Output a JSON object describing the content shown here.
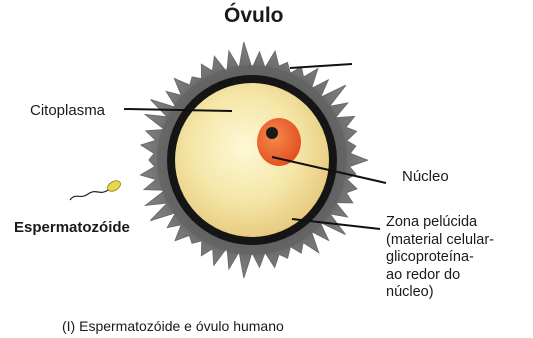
{
  "figure": {
    "title": "Óvulo",
    "caption": "(I) Espermatozóide e óvulo humano"
  },
  "labels": {
    "citoplasma": "Citoplasma",
    "nucleo": "Núcleo",
    "espermatozoide": "Espermatozóide",
    "zona_pelucida": [
      "Zona pelúcida",
      "(material celular-",
      "glicoproteína-",
      "ao redor do",
      "núcleo)"
    ]
  },
  "colors": {
    "corona": "#8c8c8c",
    "corona_dark": "#5e5e5e",
    "zona_ring": "#151515",
    "cytoplasm_center": "#fdf8d6",
    "cytoplasm_edge": "#e6c77a",
    "nucleus": "#e04a1c",
    "nucleolus": "#1a1a1a",
    "sperm_head": "#e8d94a"
  }
}
